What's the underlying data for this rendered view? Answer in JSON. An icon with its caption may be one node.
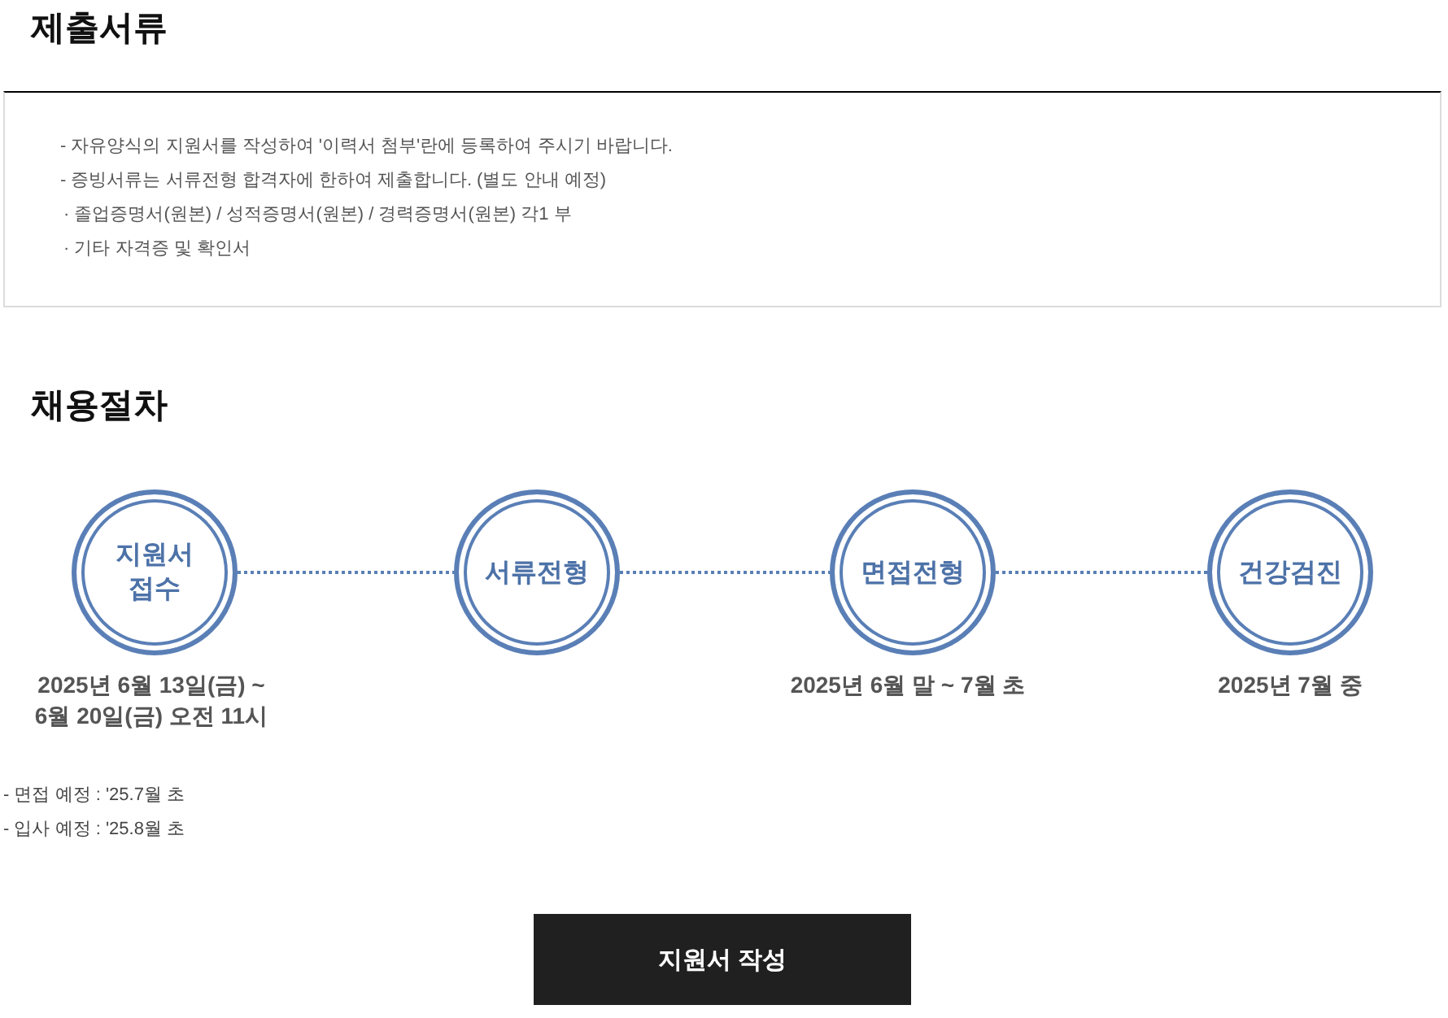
{
  "diagram": {
    "nodes": [
      {
        "text": [
          "- 자유양식의 지원서를 작성하여 '이력서 첨부'란에 등록하여 주시기 바랍니다.",
          "- 증빙서류는 서류전형 합격자에 한하여 제출합니다. (별도 안내 예정)",
          "· 졸업증명서(원본) / 성적증명서(원본) / 경력증명서(원본) 각1 부",
          "· 기타 자격증 및 확인서"
        ]
      },
      {
        "text": [
          "지원서 접수"
        ],
        "beside": [
          "2025년 6월 13일(금) ~ 6월 20일(금) 오전 11시"
        ]
      },
      {
        "text": [
          "서류전형"
        ]
      },
      {
        "text": [
          "면접전형"
        ],
        "beside": [
          "2025년 6월 말 ~ 7월 초"
        ]
      },
      {
        "text": [
          "건강검진"
        ],
        "beside": [
          "2025년 7월 중"
        ]
      },
      {
        "text": [
          "지원서 작성"
        ]
      }
    ],
    "edges": [
      {
        "from": 1,
        "to": 2,
        "arrow": "none",
        "style": "dashed"
      },
      {
        "from": 2,
        "to": 3,
        "arrow": "none",
        "style": "dashed"
      },
      {
        "from": 3,
        "to": 4,
        "arrow": "none",
        "style": "dashed"
      }
    ],
    "labels": [
      "제출서류",
      "채용절차",
      "- 면접 예정 : '25.7월 초",
      "- 입사 예정 : '25.8월 초"
    ]
  }
}
